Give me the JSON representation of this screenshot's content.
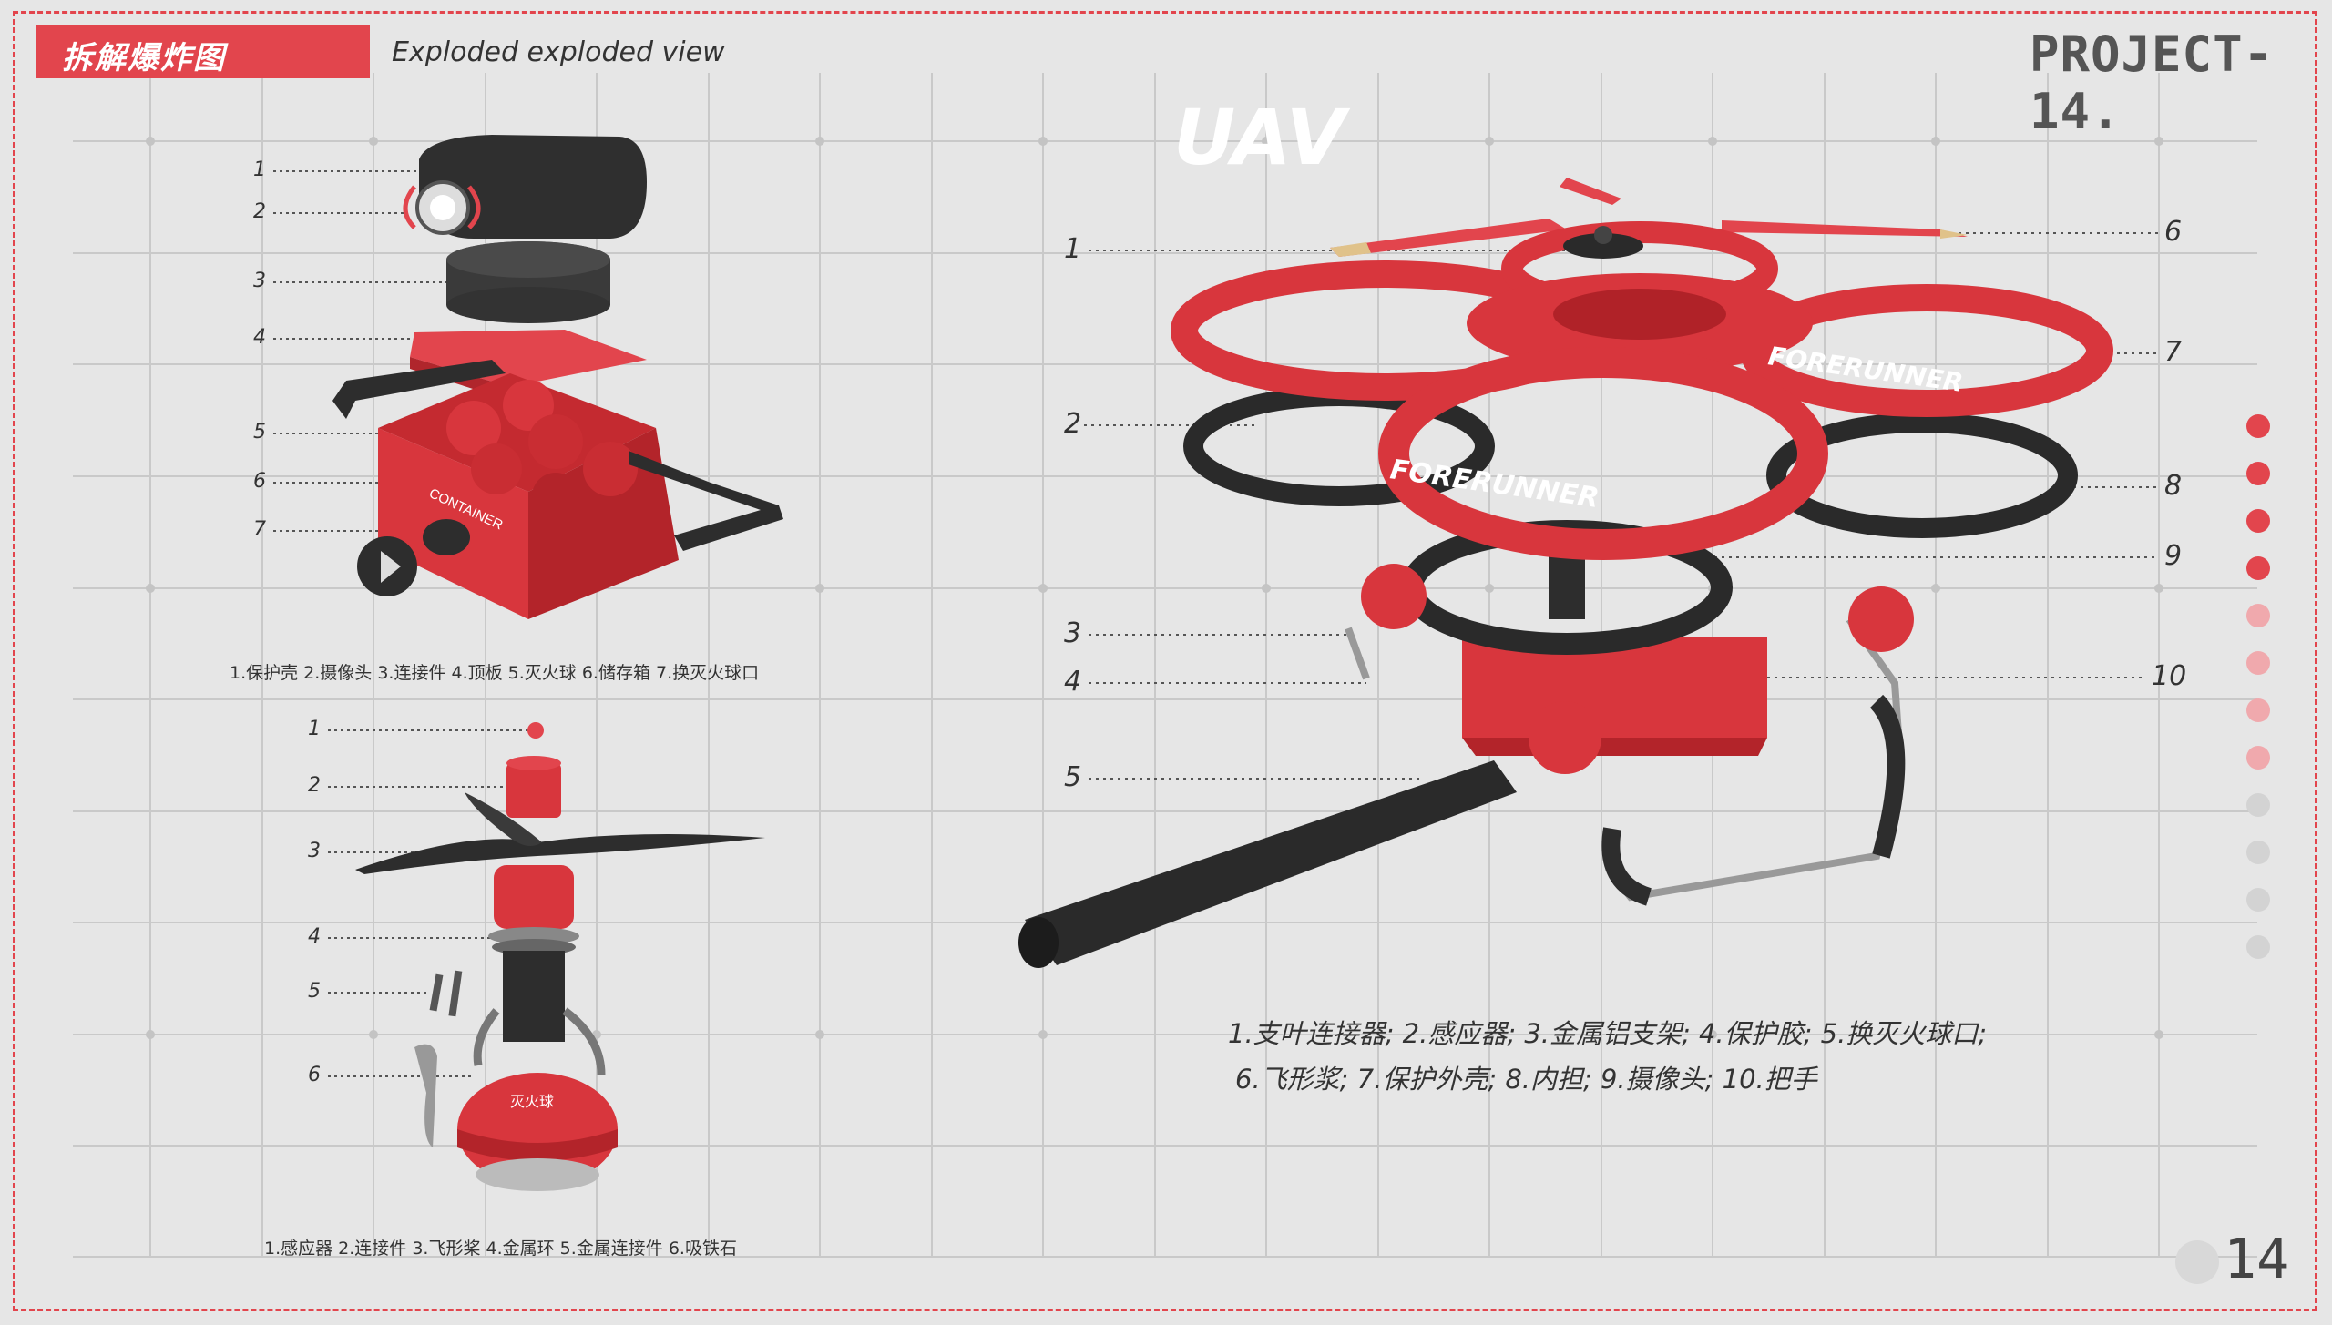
{
  "header": {
    "badge": "拆解爆炸图",
    "subtitle": "Exploded exploded view",
    "project": "PROJECT-14.",
    "title": "UAV"
  },
  "container_labels": [
    "1",
    "2",
    "3",
    "4",
    "5",
    "6",
    "7"
  ],
  "container_caption": "1.保护壳 2.摄像头 3.连接件 4.顶板 5.灭火球 6.储存箱 7.换灭火球口",
  "container_box_text": "CONTAINER",
  "rotor_labels": [
    "1",
    "2",
    "3",
    "4",
    "5",
    "6"
  ],
  "rotor_caption": "1.感应器 2.连接件 3.飞形桨 4.金属环 5.金属连接件 6.吸铁石",
  "rotor_ball_text": "灭火球",
  "uav_left_labels": [
    "1",
    "2",
    "3",
    "4",
    "5"
  ],
  "uav_right_labels": [
    "6",
    "7",
    "8",
    "9",
    "10"
  ],
  "uav_brand": "FORERUNNER",
  "uav_caption_line1": "1.支叶连接器; 2.感应器; 3.金属铝支架; 4.保护胶; 5.换灭火球口;",
  "uav_caption_line2": "6.飞形浆; 7.保护外壳; 8.内担; 9.摄像头; 10.把手",
  "page_number": "14",
  "colors": {
    "accent": "#e2454d",
    "dark": "#2e2e2e",
    "bg": "#e6e6e6"
  },
  "progress": {
    "total": 12,
    "active": 4,
    "faded": 4
  }
}
